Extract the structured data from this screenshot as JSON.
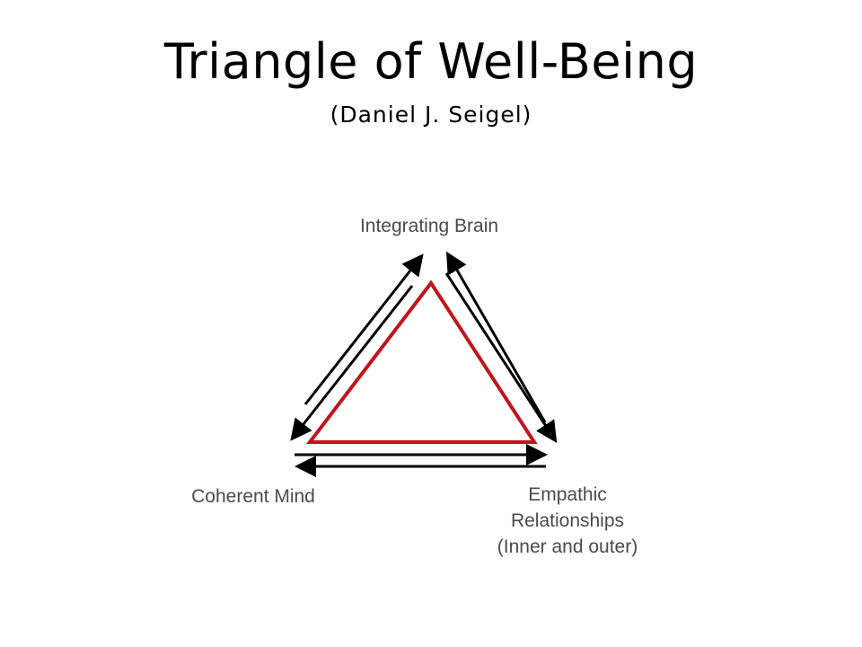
{
  "slide": {
    "title": "Triangle of Well-Being",
    "subtitle": "(Daniel J. Seigel)"
  },
  "diagram": {
    "nodes": {
      "top": "Integrating Brain",
      "left": "Coherent Mind",
      "right_lines": [
        "Empathic",
        "Relationships",
        "(Inner and outer)"
      ]
    },
    "colors": {
      "triangle": "#c0141c",
      "arrows": "#000000",
      "label": "#4a4a4a"
    }
  }
}
